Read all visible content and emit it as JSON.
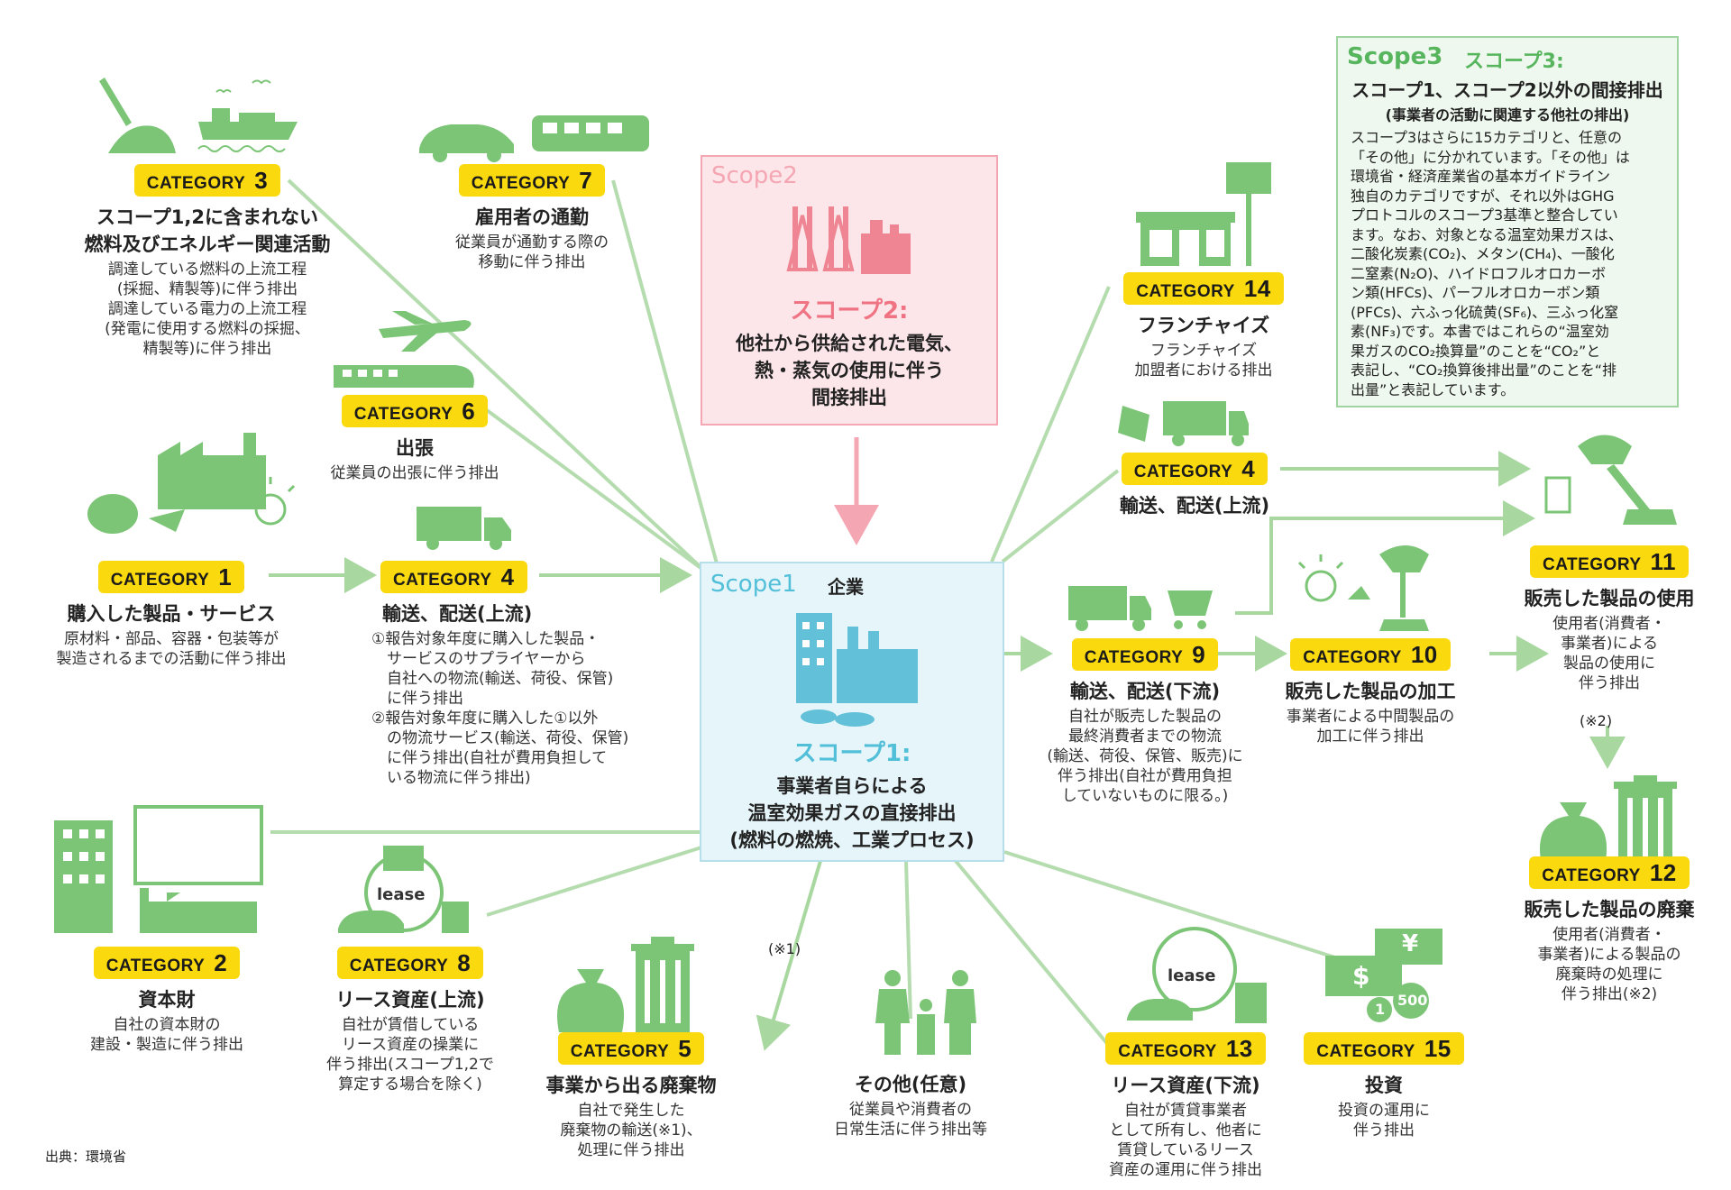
{
  "scope1": {
    "label": "Scope1",
    "sub": "企業",
    "name": "スコープ1:",
    "lines": [
      "事業者自らによる",
      "温室効果ガスの直接排出",
      "(燃料の燃焼、工業プロセス)"
    ]
  },
  "scope2": {
    "label": "Scope2",
    "name": "スコープ2:",
    "lines": [
      "他社から供給された電気、",
      "熱・蒸気の使用に伴う",
      "間接排出"
    ]
  },
  "scope3": {
    "label": "Scope3",
    "name": "スコープ3:",
    "title": "スコープ1、スコープ2以外の間接排出",
    "subtitle": "(事業者の活動に関連する他社の排出)",
    "body": [
      "スコープ3はさらに15カテゴリと、任意の",
      "「その他」に分かれています。「その他」は",
      "環境省・経済産業省の基本ガイドライン",
      "独自のカテゴリですが、それ以外はGHG",
      "プロトコルのスコープ3基準と整合してい",
      "ます。なお、対象となる温室効果ガスは、",
      "二酸化炭素(CO₂)、メタン(CH₄)、一酸化",
      "二窒素(N₂O)、ハイドロフルオロカーボ",
      "ン類(HFCs)、パーフルオロカーボン類",
      "(PFCs)、六ふっ化硫黄(SF₆)、三ふっ化窒",
      "素(NF₃)です。本書ではこれらの“温室効",
      "果ガスのCO₂換算量”のことを“CO₂”と",
      "表記し、“CO₂換算後排出量”のことを“排",
      "出量”と表記しています。"
    ]
  },
  "category_word": "CATEGORY",
  "categories": {
    "c3": {
      "num": "3",
      "title": [
        "スコープ1,2に含まれない",
        "燃料及びエネルギー関連活動"
      ],
      "desc": [
        "調達している燃料の上流工程",
        "(採掘、精製等)に伴う排出",
        "調達している電力の上流工程",
        "(発電に使用する燃料の採掘、",
        "精製等)に伴う排出"
      ]
    },
    "c7": {
      "num": "7",
      "title": [
        "雇用者の通勤"
      ],
      "desc": [
        "従業員が通勤する際の",
        "移動に伴う排出"
      ]
    },
    "c6": {
      "num": "6",
      "title": [
        "出張"
      ],
      "desc": [
        "従業員の出張に伴う排出"
      ]
    },
    "c1": {
      "num": "1",
      "title": [
        "購入した製品・サービス"
      ],
      "desc": [
        "原材料・部品、容器・包装等が",
        "製造されるまでの活動に伴う排出"
      ]
    },
    "c4a": {
      "num": "4",
      "title": [
        "輸送、配送(上流)"
      ],
      "desc": [
        "①報告対象年度に購入した製品・",
        "　サービスのサプライヤーから",
        "　自社への物流(輸送、荷役、保管)",
        "　に伴う排出",
        "②報告対象年度に購入した①以外",
        "　の物流サービス(輸送、荷役、保管)",
        "　に伴う排出(自社が費用負担して",
        "　いる物流に伴う排出)"
      ]
    },
    "c2": {
      "num": "2",
      "title": [
        "資本財"
      ],
      "desc": [
        "自社の資本財の",
        "建設・製造に伴う排出"
      ]
    },
    "c8": {
      "num": "8",
      "title": [
        "リース資産(上流)"
      ],
      "desc": [
        "自社が賃借している",
        "リース資産の操業に",
        "伴う排出(スコープ1,2で",
        "算定する場合を除く)"
      ]
    },
    "c5": {
      "num": "5",
      "title": [
        "事業から出る廃棄物"
      ],
      "desc": [
        "自社で発生した",
        "廃棄物の輸送(※1)、",
        "処理に伴う排出"
      ]
    },
    "other": {
      "title": [
        "その他(任意)"
      ],
      "desc": [
        "従業員や消費者の",
        "日常生活に伴う排出等"
      ]
    },
    "c13": {
      "num": "13",
      "title": [
        "リース資産(下流)"
      ],
      "desc": [
        "自社が賃貸事業者",
        "として所有し、他者に",
        "賃貸しているリース",
        "資産の運用に伴う排出"
      ]
    },
    "c15": {
      "num": "15",
      "title": [
        "投資"
      ],
      "desc": [
        "投資の運用に",
        "伴う排出"
      ]
    },
    "c14": {
      "num": "14",
      "title": [
        "フランチャイズ"
      ],
      "desc": [
        "フランチャイズ",
        "加盟者における排出"
      ]
    },
    "c4b": {
      "num": "4",
      "title": [
        "輸送、配送(上流)"
      ],
      "desc": []
    },
    "c9": {
      "num": "9",
      "title": [
        "輸送、配送(下流)"
      ],
      "desc": [
        "自社が販売した製品の",
        "最終消費者までの物流",
        "(輸送、荷役、保管、販売)に",
        "伴う排出(自社が費用負担",
        "していないものに限る。)"
      ]
    },
    "c10": {
      "num": "10",
      "title": [
        "販売した製品の加工"
      ],
      "desc": [
        "事業者による中間製品の",
        "加工に伴う排出"
      ]
    },
    "c11": {
      "num": "11",
      "title": [
        "販売した製品の使用"
      ],
      "desc": [
        "使用者(消費者・",
        "事業者)による",
        "製品の使用に",
        "伴う排出"
      ]
    },
    "c12": {
      "num": "12",
      "title": [
        "販売した製品の廃棄"
      ],
      "desc": [
        "使用者(消費者・",
        "事業者)による製品の",
        "廃棄時の処理に",
        "伴う排出(※2)"
      ]
    }
  },
  "notes": {
    "n1": "(※1)",
    "n2": "(※2)",
    "source": "出典：環境省"
  },
  "icon_labels": {
    "lease": "lease",
    "lease2": "lease",
    "dollar": "$",
    "yen": "¥",
    "coin1": "1",
    "coin500": "500"
  },
  "colors": {
    "green": "#7cc576",
    "line": "#b5dcae",
    "arrow": "#a8d8a0",
    "yellow": "#fbd90f",
    "pink": "#f4a7b3",
    "blue": "#52bfd9"
  }
}
